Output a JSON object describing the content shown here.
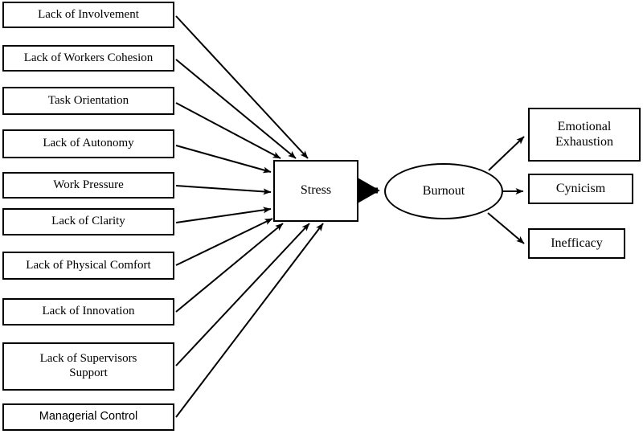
{
  "diagram": {
    "title": "Stress and Burnout Path Diagram",
    "type": "path-diagram",
    "colors": {
      "stroke": "#000000",
      "fill": "#ffffff",
      "text": "#000000"
    },
    "antecedents": [
      {
        "id": "lack-of-involvement",
        "label": "Lack of Involvement"
      },
      {
        "id": "lack-of-workers-cohesion",
        "label": "Lack of Workers Cohesion"
      },
      {
        "id": "task-orientation",
        "label": "Task Orientation"
      },
      {
        "id": "lack-of-autonomy",
        "label": "Lack of Autonomy"
      },
      {
        "id": "work-pressure",
        "label": "Work Pressure"
      },
      {
        "id": "lack-of-clarity",
        "label": "Lack of Clarity"
      },
      {
        "id": "lack-of-physical-comfort",
        "label": "Lack of Physical Comfort"
      },
      {
        "id": "lack-of-innovation",
        "label": "Lack of Innovation"
      },
      {
        "id": "lack-of-supervisors-support",
        "label": "Lack of Supervisors\nSupport"
      },
      {
        "id": "managerial-control",
        "label": "Managerial Control"
      }
    ],
    "mediator": {
      "id": "stress",
      "label": "Stress"
    },
    "outcome": {
      "id": "burnout",
      "label": "Burnout"
    },
    "consequences": [
      {
        "id": "emotional-exhaustion",
        "label": "Emotional\nExhaustion"
      },
      {
        "id": "cynicism",
        "label": "Cynicism"
      },
      {
        "id": "inefficacy",
        "label": "Inefficacy"
      }
    ],
    "edges": [
      {
        "from": "lack-of-involvement",
        "to": "stress"
      },
      {
        "from": "lack-of-workers-cohesion",
        "to": "stress"
      },
      {
        "from": "task-orientation",
        "to": "stress"
      },
      {
        "from": "lack-of-autonomy",
        "to": "stress"
      },
      {
        "from": "work-pressure",
        "to": "stress"
      },
      {
        "from": "lack-of-clarity",
        "to": "stress"
      },
      {
        "from": "lack-of-physical-comfort",
        "to": "stress"
      },
      {
        "from": "lack-of-innovation",
        "to": "stress"
      },
      {
        "from": "lack-of-supervisors-support",
        "to": "stress"
      },
      {
        "from": "managerial-control",
        "to": "stress"
      },
      {
        "from": "stress",
        "to": "burnout",
        "weight": "thick"
      },
      {
        "from": "burnout",
        "to": "emotional-exhaustion"
      },
      {
        "from": "burnout",
        "to": "cynicism"
      },
      {
        "from": "burnout",
        "to": "inefficacy"
      }
    ]
  }
}
